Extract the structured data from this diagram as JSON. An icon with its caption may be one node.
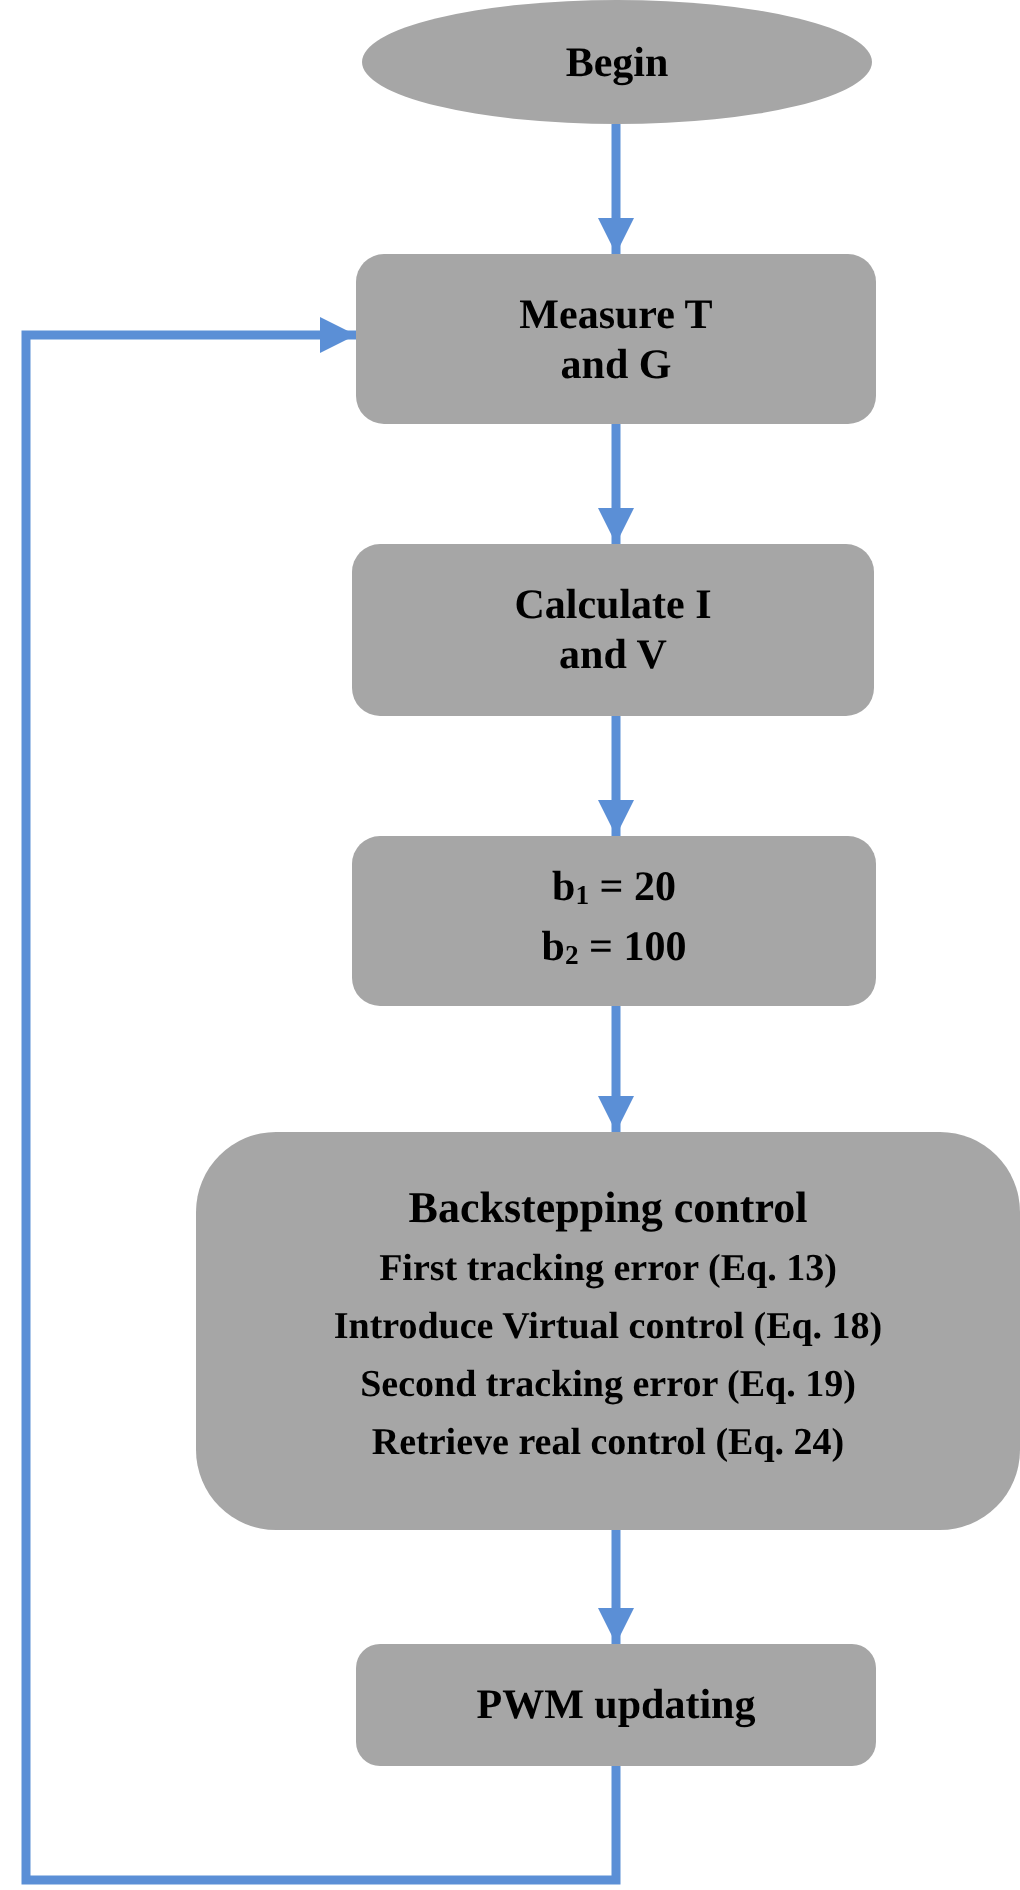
{
  "diagram": {
    "nodes": [
      {
        "text": [
          "Begin"
        ]
      },
      {
        "text": [
          "Measure T and G"
        ]
      },
      {
        "text": [
          "Calculate I and V"
        ]
      },
      {
        "text": [
          "b$_{1}$ = 20",
          "b$_{2}$ = 100"
        ]
      },
      {
        "text": [
          "Backstepping control",
          "First tracking error (Eq. 13)",
          "Introduce Virtual control (Eq. 18)",
          "Second tracking error (Eq. 19)",
          "Retrieve real control (Eq. 24)"
        ]
      },
      {
        "text": [
          "PWM updating"
        ]
      }
    ],
    "edges": [
      {
        "from": 0,
        "to": 1,
        "arrow": "to"
      },
      {
        "from": 1,
        "to": 2,
        "arrow": "to"
      },
      {
        "from": 2,
        "to": 3,
        "arrow": "to"
      },
      {
        "from": 3,
        "to": 4,
        "arrow": "to"
      },
      {
        "from": 4,
        "to": 5,
        "arrow": "to"
      },
      {
        "from": 5,
        "to": 1,
        "arrow": "to"
      }
    ]
  }
}
